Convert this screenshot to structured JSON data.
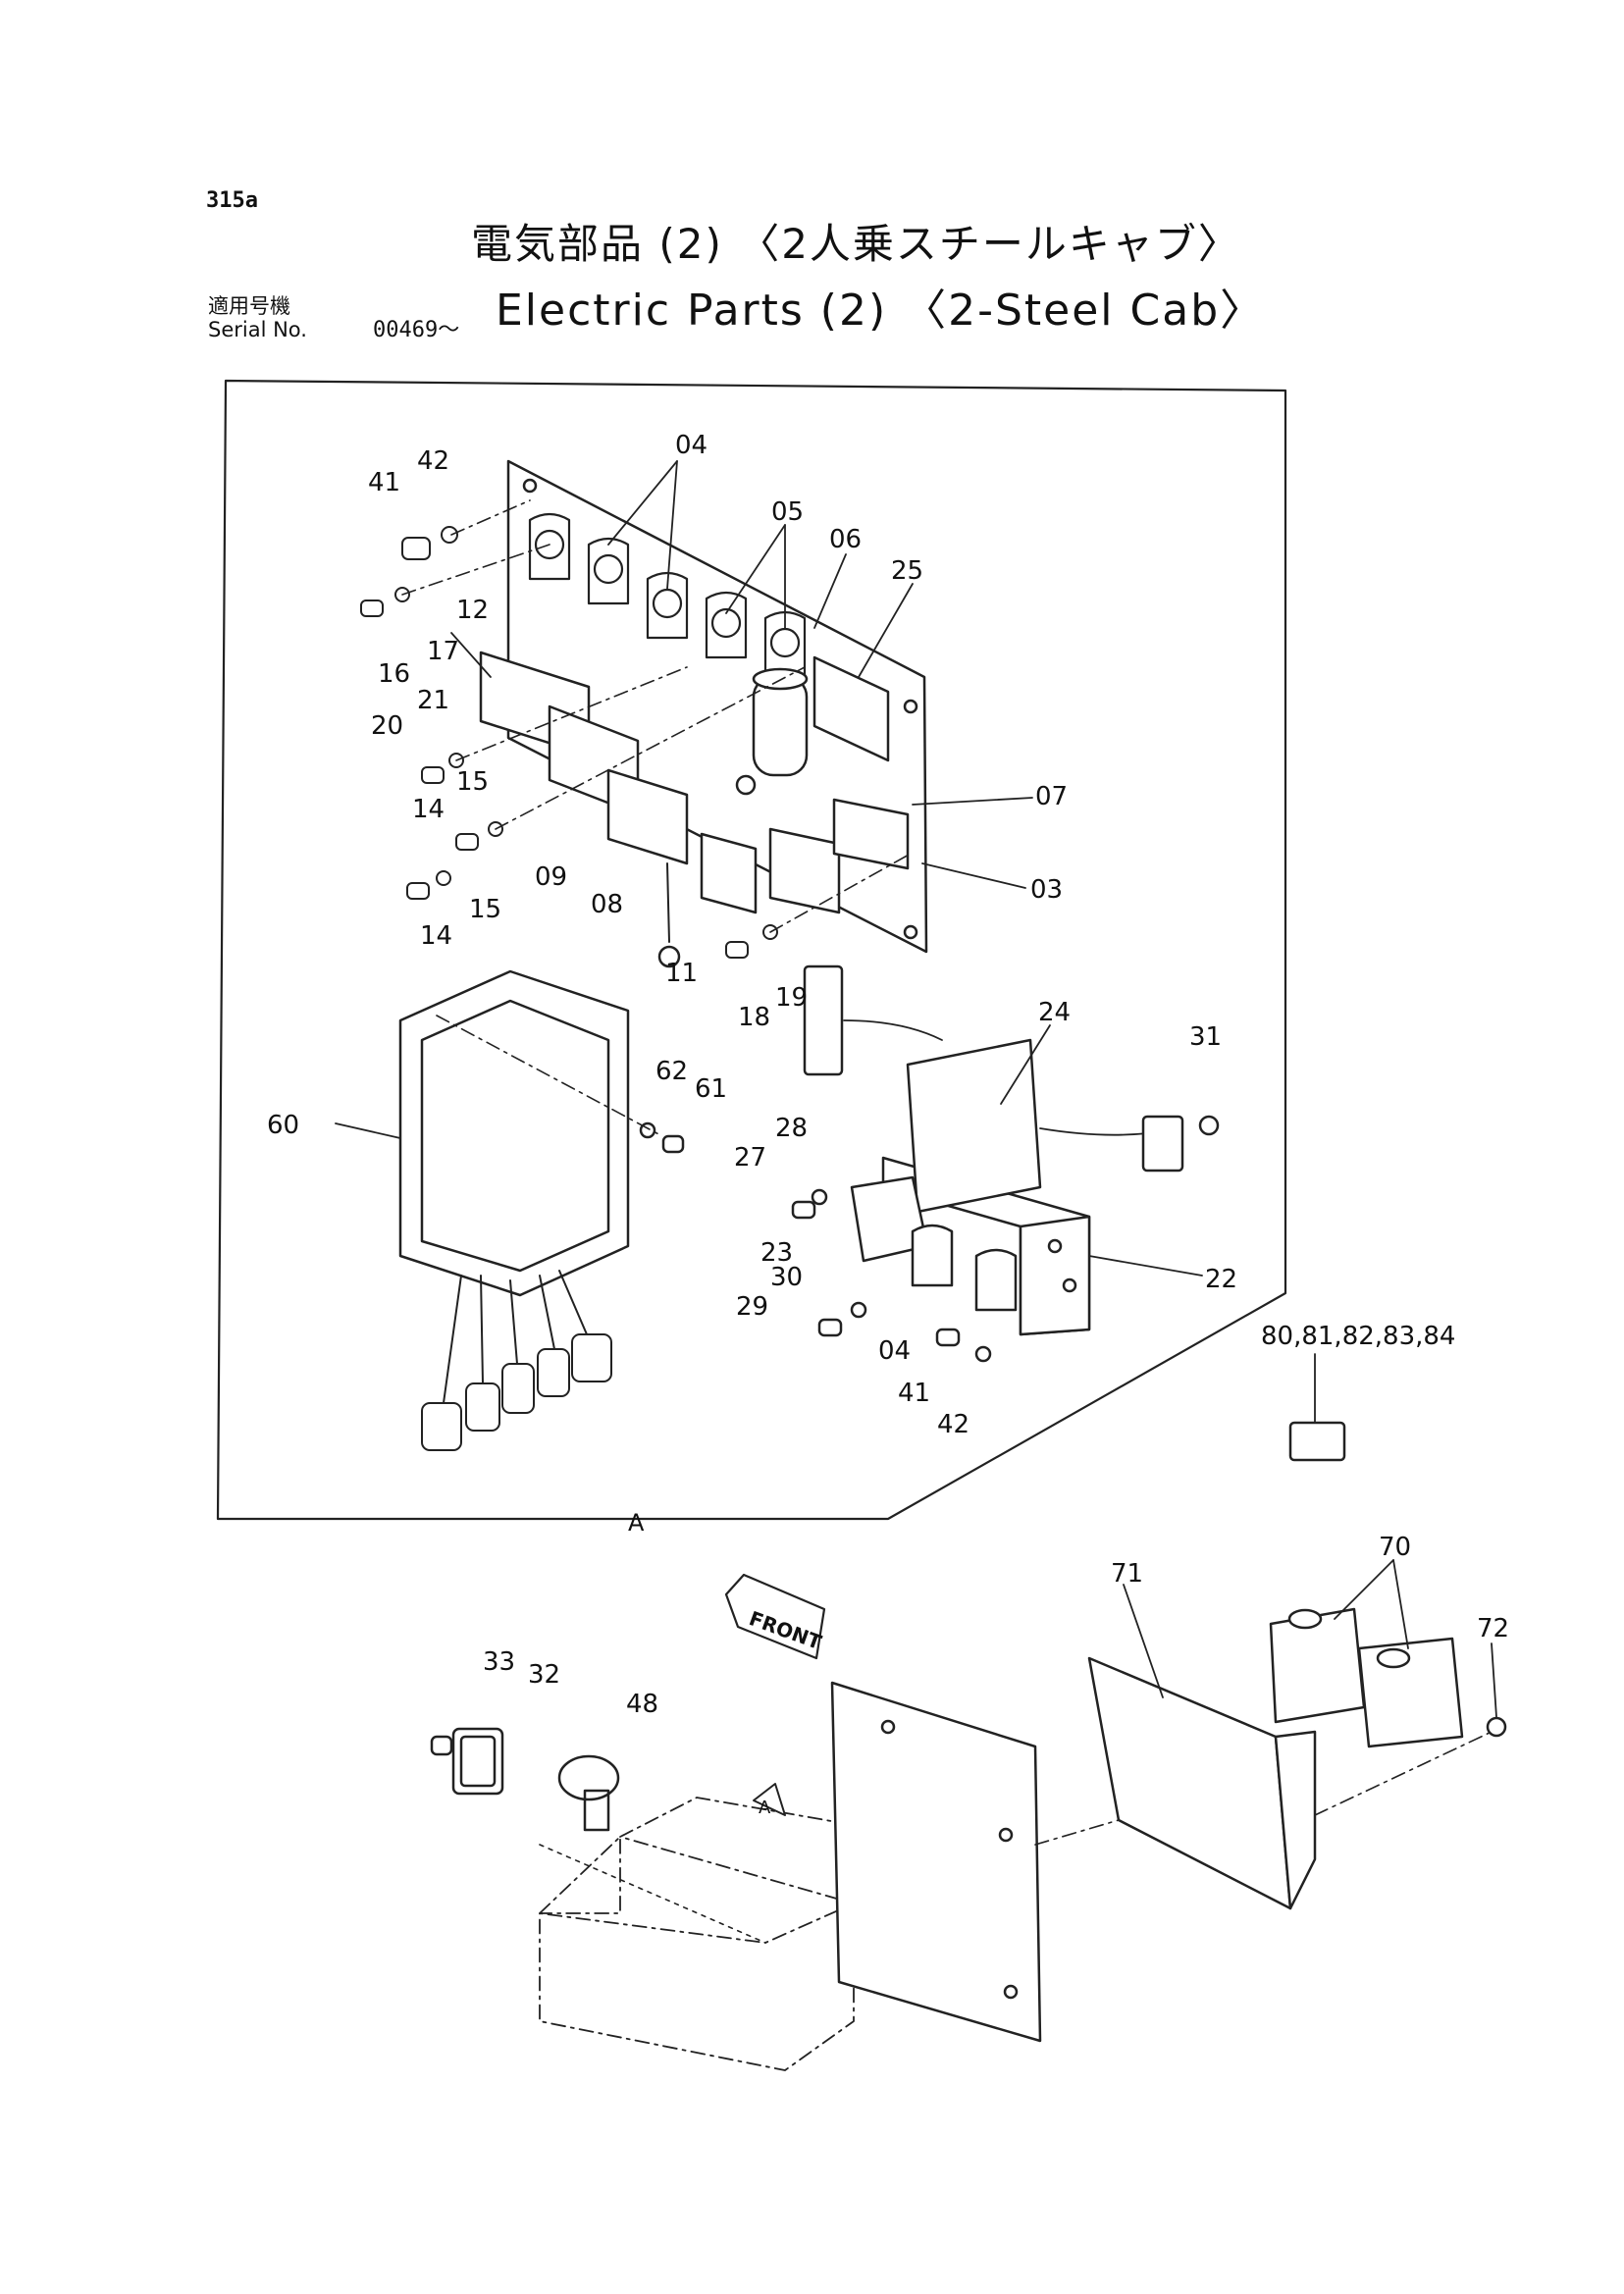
{
  "header": {
    "page_code": "315a",
    "title_jp": "電気部品 (2) 〈2人乗スチールキャブ〉",
    "title_en": "Electric Parts (2) 〈2-Steel Cab〉",
    "serial_label_jp": "適用号機",
    "serial_label_en": "Serial No.",
    "serial_value": "00469～"
  },
  "diagram": {
    "detail_label": "A",
    "front_label": "FRONT",
    "view_marker": "A",
    "callouts": {
      "c04a": "04",
      "c42a": "42",
      "c41a": "41",
      "c05": "05",
      "c06": "06",
      "c25": "25",
      "c12": "12",
      "c17": "17",
      "c16": "16",
      "c21": "21",
      "c20": "20",
      "c15a": "15",
      "c14a": "14",
      "c09": "09",
      "c08": "08",
      "c15b": "15",
      "c14b": "14",
      "c07": "07",
      "c03": "03",
      "c11": "11",
      "c18": "18",
      "c19": "19",
      "c24": "24",
      "c31": "31",
      "c62": "62",
      "c61": "61",
      "c60": "60",
      "c28": "28",
      "c27": "27",
      "c23": "23",
      "c22": "22",
      "c30": "30",
      "c29": "29",
      "c04b": "04",
      "c41b": "41",
      "c42b": "42",
      "c80": "80,81,82,83,84",
      "c71": "71",
      "c70": "70",
      "c72": "72",
      "c33": "33",
      "c32": "32",
      "c48": "48"
    }
  }
}
